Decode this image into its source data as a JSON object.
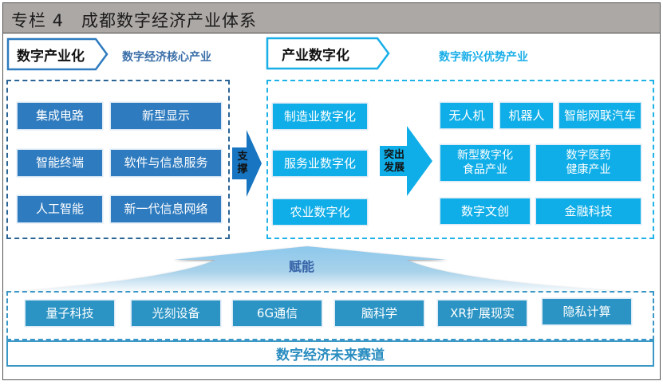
{
  "title": "专栏 4　成都数字经济产业体系",
  "left_section": {
    "tag": "数字产业化",
    "subtitle": "数字经济核心产业",
    "items": [
      "集成电路",
      "新型显示",
      "智能终端",
      "软件与信息服务",
      "人工智能",
      "新一代信息网络"
    ]
  },
  "support_arrow": {
    "label_line1": "支",
    "label_line2": "撑"
  },
  "right_section": {
    "tag": "产业数字化",
    "subtitle": "数字新兴优势产业",
    "digitalization_items": [
      "制造业数字化",
      "服务业数字化",
      "农业数字化"
    ],
    "develop_arrow": {
      "label_line1": "突出",
      "label_line2": "发展"
    },
    "emerging_row1": [
      "无人机",
      "机器人",
      "智能网联汽车"
    ],
    "emerging_row2": [
      {
        "line1": "新型数字化",
        "line2": "食品产业"
      },
      {
        "line1": "数字医药",
        "line2": "健康产业"
      }
    ],
    "emerging_row3": [
      "数字文创",
      "金融科技"
    ]
  },
  "empower": {
    "label": "赋能"
  },
  "future_tracks": {
    "items": [
      "量子科技",
      "光刻设备",
      "6G通信",
      "脑科学",
      "XR扩展现实",
      "隐私计算"
    ],
    "label": "数字经济未来赛道"
  },
  "colors": {
    "title_bar": "#aca8a6",
    "core_blue": "#2e7bbf",
    "core_border": "#2b6596",
    "emerging_cyan": "#10aee8",
    "future_blue": "#2b94c4",
    "empower_text": "#3763a8"
  }
}
